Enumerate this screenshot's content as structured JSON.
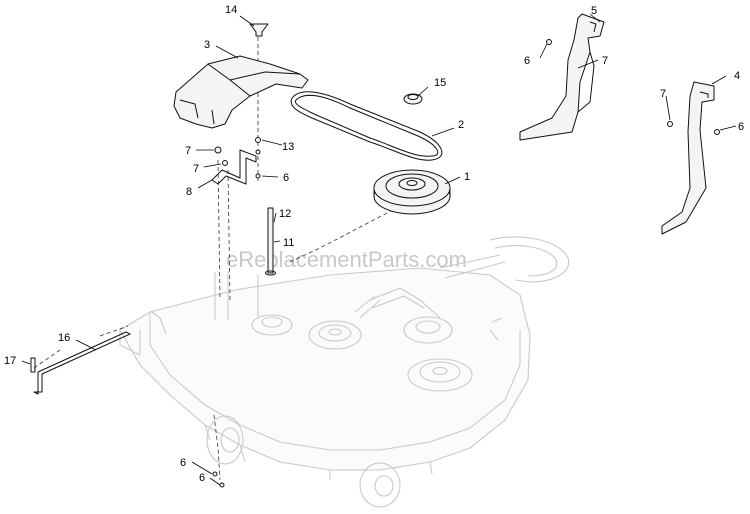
{
  "watermark": "eReplacementParts.com",
  "callouts": {
    "c1": "1",
    "c2": "2",
    "c3": "3",
    "c4": "4",
    "c5": "5",
    "c6a": "6",
    "c6b": "6",
    "c6c": "6",
    "c6d": "6",
    "c6e": "6",
    "c7a": "7",
    "c7b": "7",
    "c7c": "7",
    "c7d": "7",
    "c8": "8",
    "c11": "11",
    "c12": "12",
    "c13": "13",
    "c14": "14",
    "c15": "15",
    "c16": "16",
    "c17": "17"
  }
}
